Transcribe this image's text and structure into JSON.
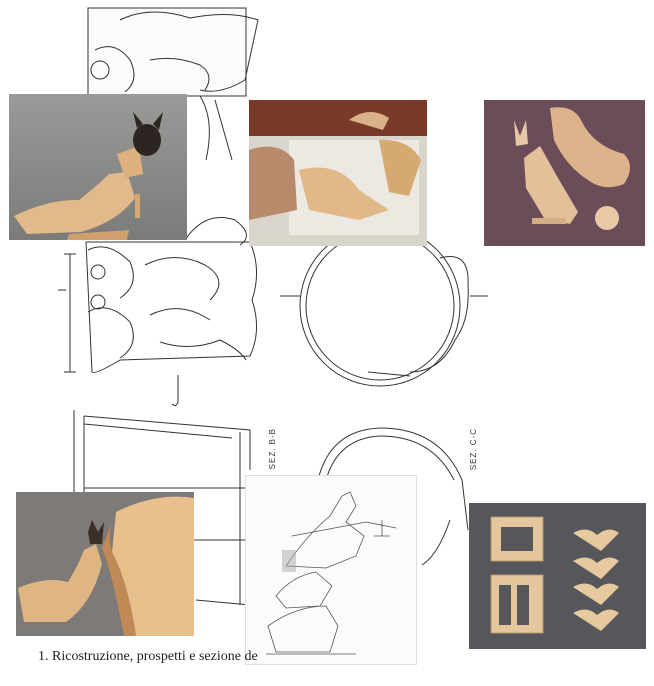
{
  "caption": "1. Ricostruzione, prospetti e sezione de",
  "section_labels": {
    "sez_bb": "SEZ. B-B",
    "sez_cc": "SEZ. C-C"
  },
  "colors": {
    "paper": "#f7f6f2",
    "wood": "#e2b98a",
    "wood_dark": "#c8935c",
    "studio_grey": "#8f8f8d",
    "studio_purple": "#6b4d5a",
    "linework": "#333333"
  }
}
